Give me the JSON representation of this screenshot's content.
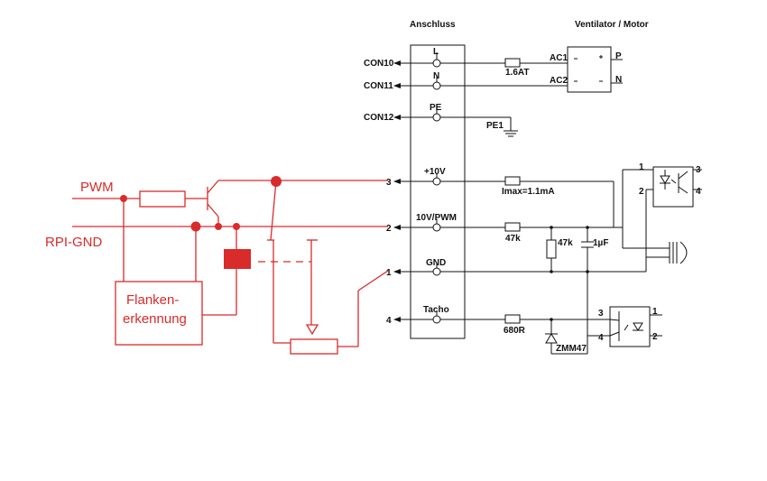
{
  "colors": {
    "ink": "#111111",
    "overlay": "#d92b2b"
  },
  "headers": {
    "anschluss": "Anschluss",
    "ventilator": "Ventilator / Motor"
  },
  "connectors": [
    {
      "name": "CON10",
      "terminal": "L"
    },
    {
      "name": "CON11",
      "terminal": "N"
    },
    {
      "name": "CON12",
      "terminal": "PE"
    },
    {
      "name": "3",
      "terminal": "+10V"
    },
    {
      "name": "2",
      "terminal": "10V/PWM"
    },
    {
      "name": "1",
      "terminal": "GND"
    },
    {
      "name": "4",
      "terminal": "Tacho"
    }
  ],
  "components": {
    "fuse": "1.6AT",
    "ac1": "AC1",
    "ac2": "AC2",
    "p": "P",
    "n": "N",
    "pe1": "PE1",
    "imax": "Imax=1.1mA",
    "r47k_series": "47k",
    "r47k_shunt": "47k",
    "cap": "1µF",
    "r680": "680R",
    "zener": "ZMM47",
    "opto_top_pins": [
      "1",
      "2",
      "3",
      "4"
    ],
    "opto_bottom_pins": [
      "3",
      "4",
      "1",
      "2"
    ]
  },
  "overlay": {
    "pwm": "PWM",
    "rpi_gnd": "RPI-GND",
    "box_line1": "Flanken-",
    "box_line2": "erkennung"
  }
}
